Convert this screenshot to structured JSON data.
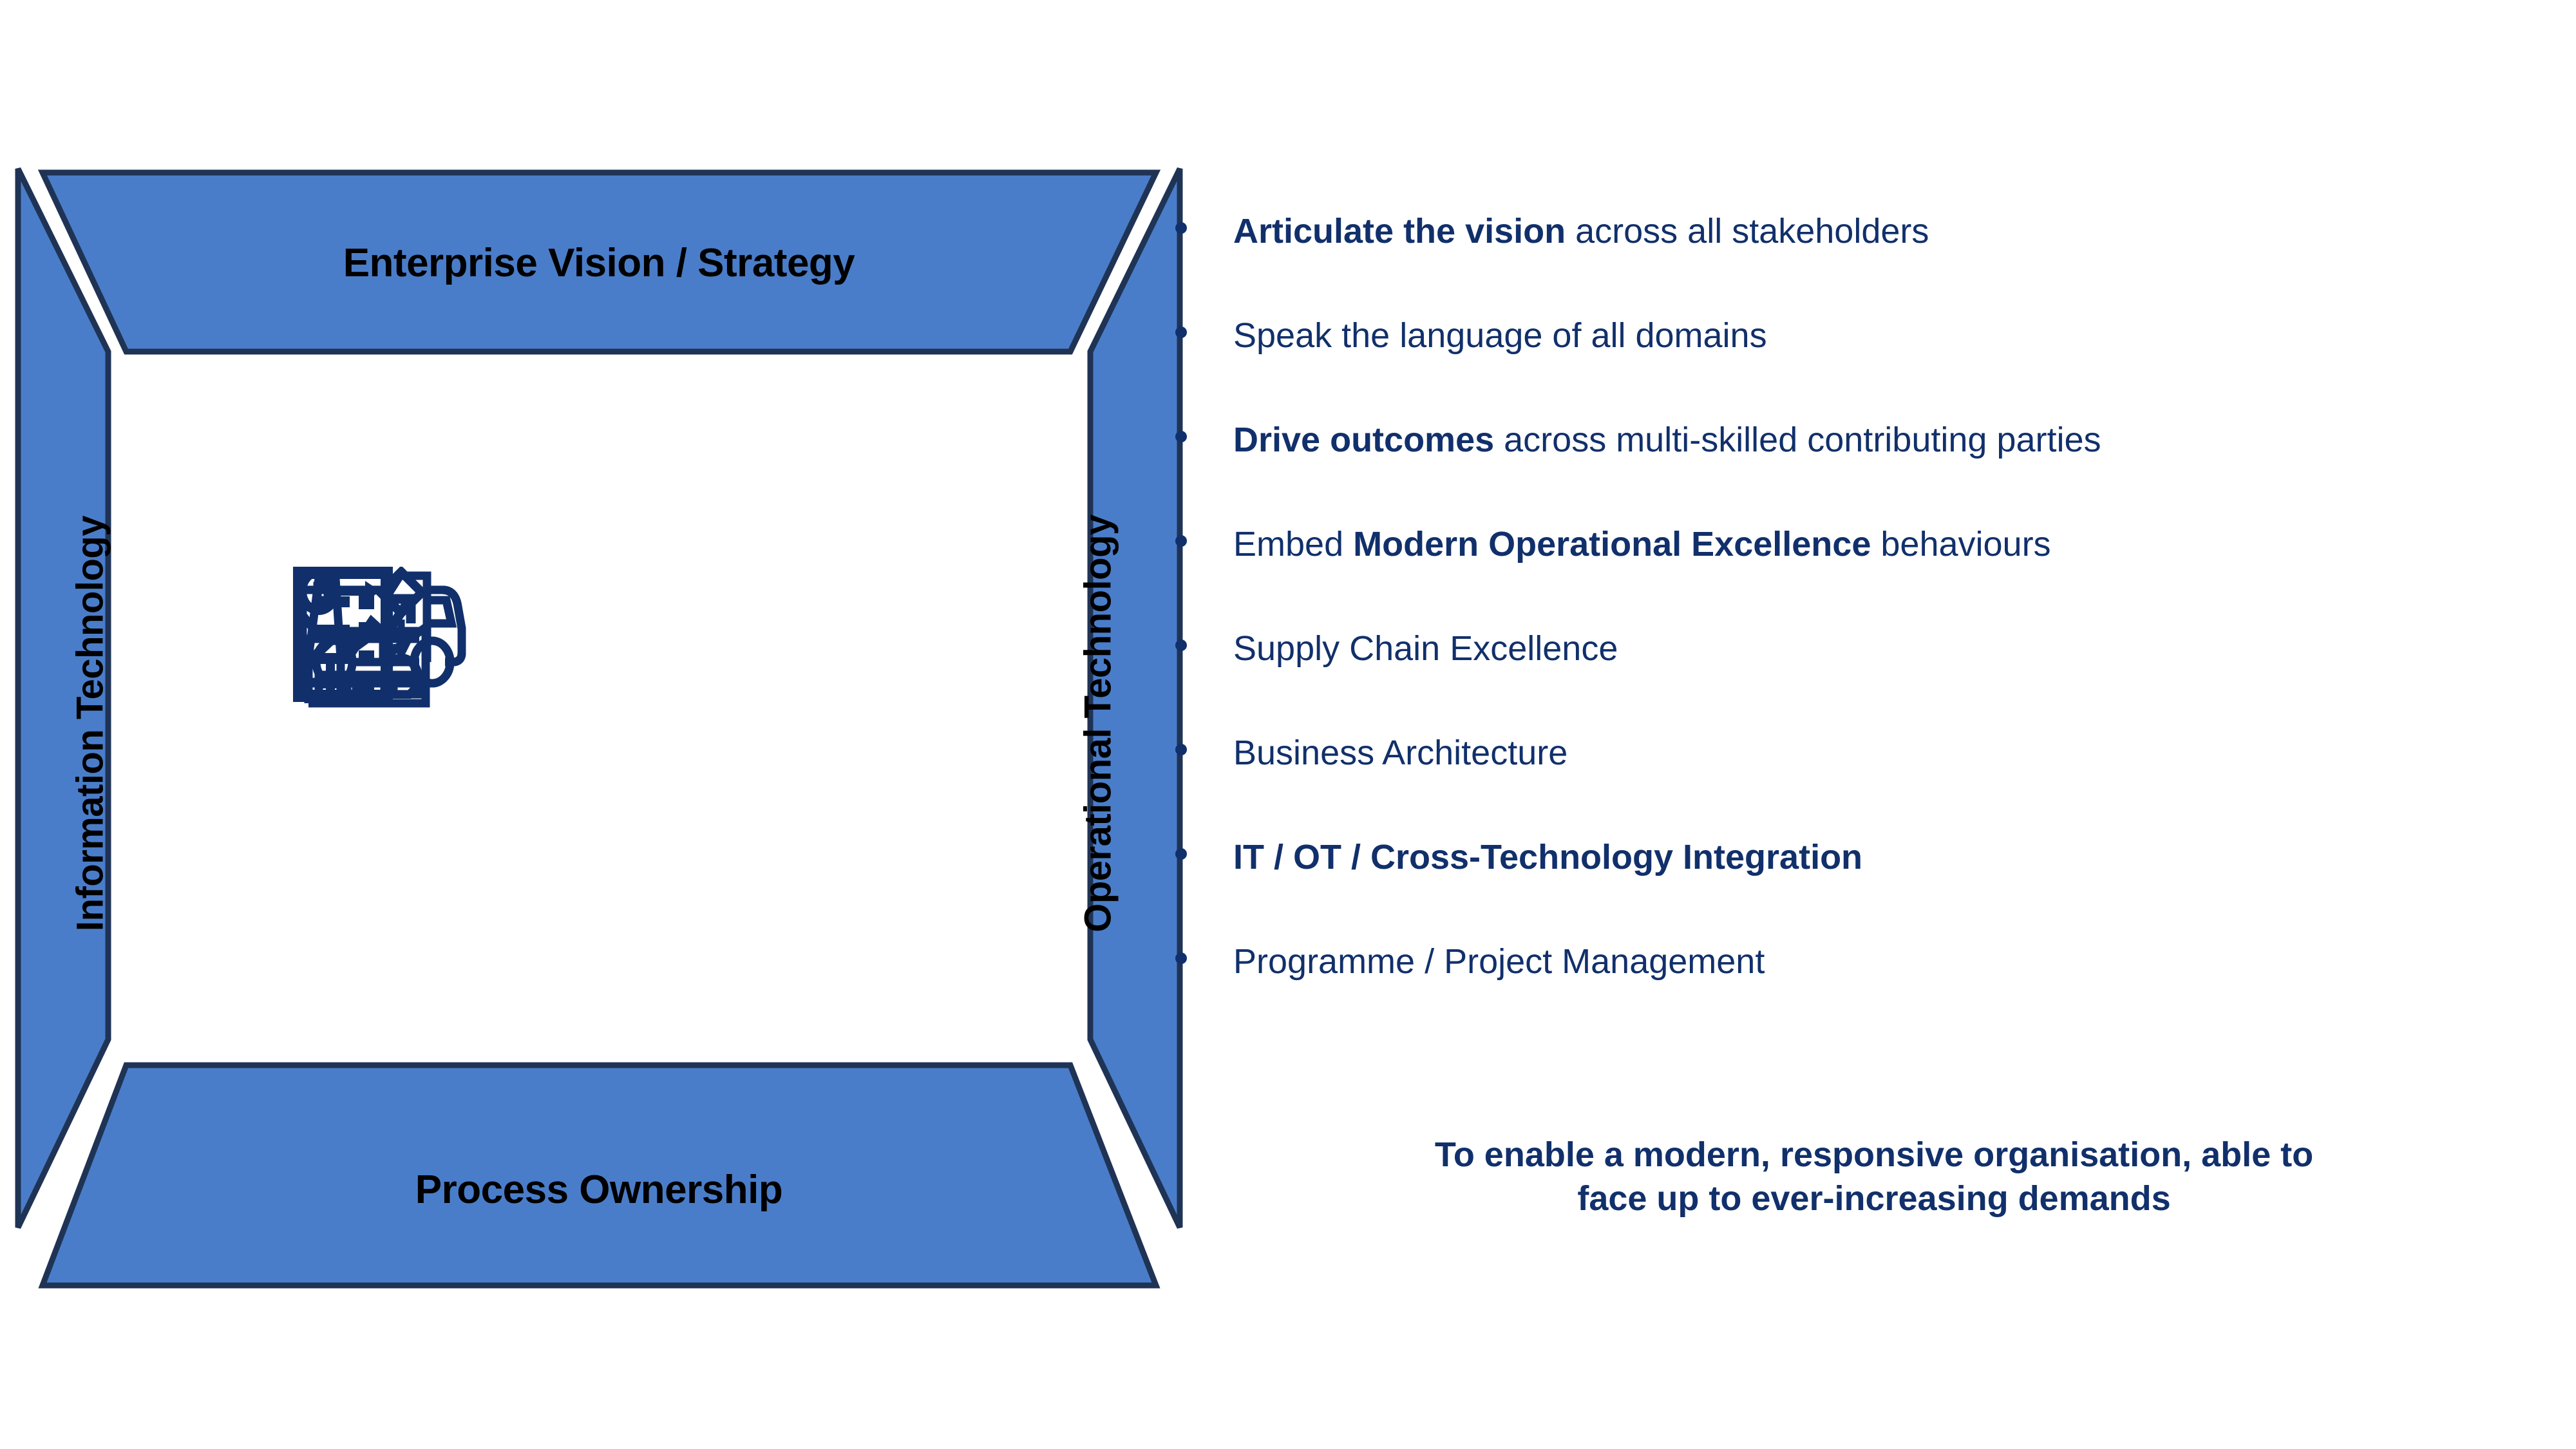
{
  "colors": {
    "trapezoid_fill": "#4a7dc9",
    "trapezoid_border": "#1f3355",
    "icon_navy": "#11306b",
    "text_navy": "#11306b",
    "label_black": "#000000",
    "background": "#ffffff"
  },
  "frame": {
    "top_label": "Enterprise Vision / Strategy",
    "bottom_label": "Process Ownership",
    "left_label": "Information Technology",
    "right_label": "Operational Technology"
  },
  "center_icons": [
    {
      "name": "dump-truck-icon",
      "label": "Dump Truck"
    },
    {
      "name": "factory-icon",
      "label": "Factory"
    },
    {
      "name": "dump-truck-icon",
      "label": "Dump Truck"
    },
    {
      "name": "checklist-document-icon",
      "label": "Checklist Document"
    },
    {
      "name": "process-flow-icon",
      "label": "Process Flow"
    },
    {
      "name": "growth-chart-icon",
      "label": "Growth Chart"
    }
  ],
  "bullets": [
    {
      "bold_lead": "Articulate the vision",
      "rest": " across all stakeholders",
      "all_bold": false
    },
    {
      "bold_lead": "",
      "rest": "Speak the language of all domains",
      "all_bold": false
    },
    {
      "bold_lead": "Drive outcomes",
      "rest": " across multi-skilled contributing parties",
      "all_bold": false
    },
    {
      "bold_lead": "",
      "rest": "Embed ",
      "mid_bold": "Modern Operational Excellence",
      "tail": " behaviours",
      "all_bold": false
    },
    {
      "bold_lead": "",
      "rest": "Supply Chain Excellence",
      "all_bold": false
    },
    {
      "bold_lead": "",
      "rest": "Business Architecture",
      "all_bold": false
    },
    {
      "bold_lead": "IT / OT / Cross-Technology Integration",
      "rest": "",
      "all_bold": true
    },
    {
      "bold_lead": "",
      "rest": "Programme / Project Management",
      "all_bold": false
    }
  ],
  "bullets_plain": [
    "Articulate the vision across all stakeholders",
    "Speak the language of all domains",
    "Drive outcomes across multi-skilled contributing parties",
    "Embed Modern Operational Excellence behaviours",
    "Supply Chain Excellence",
    "Business Architecture",
    "IT / OT / Cross-Technology Integration",
    "Programme / Project Management"
  ],
  "conclusion": {
    "line1": "To enable a modern, responsive organisation, able to",
    "line2": "face up to ever-increasing demands"
  }
}
